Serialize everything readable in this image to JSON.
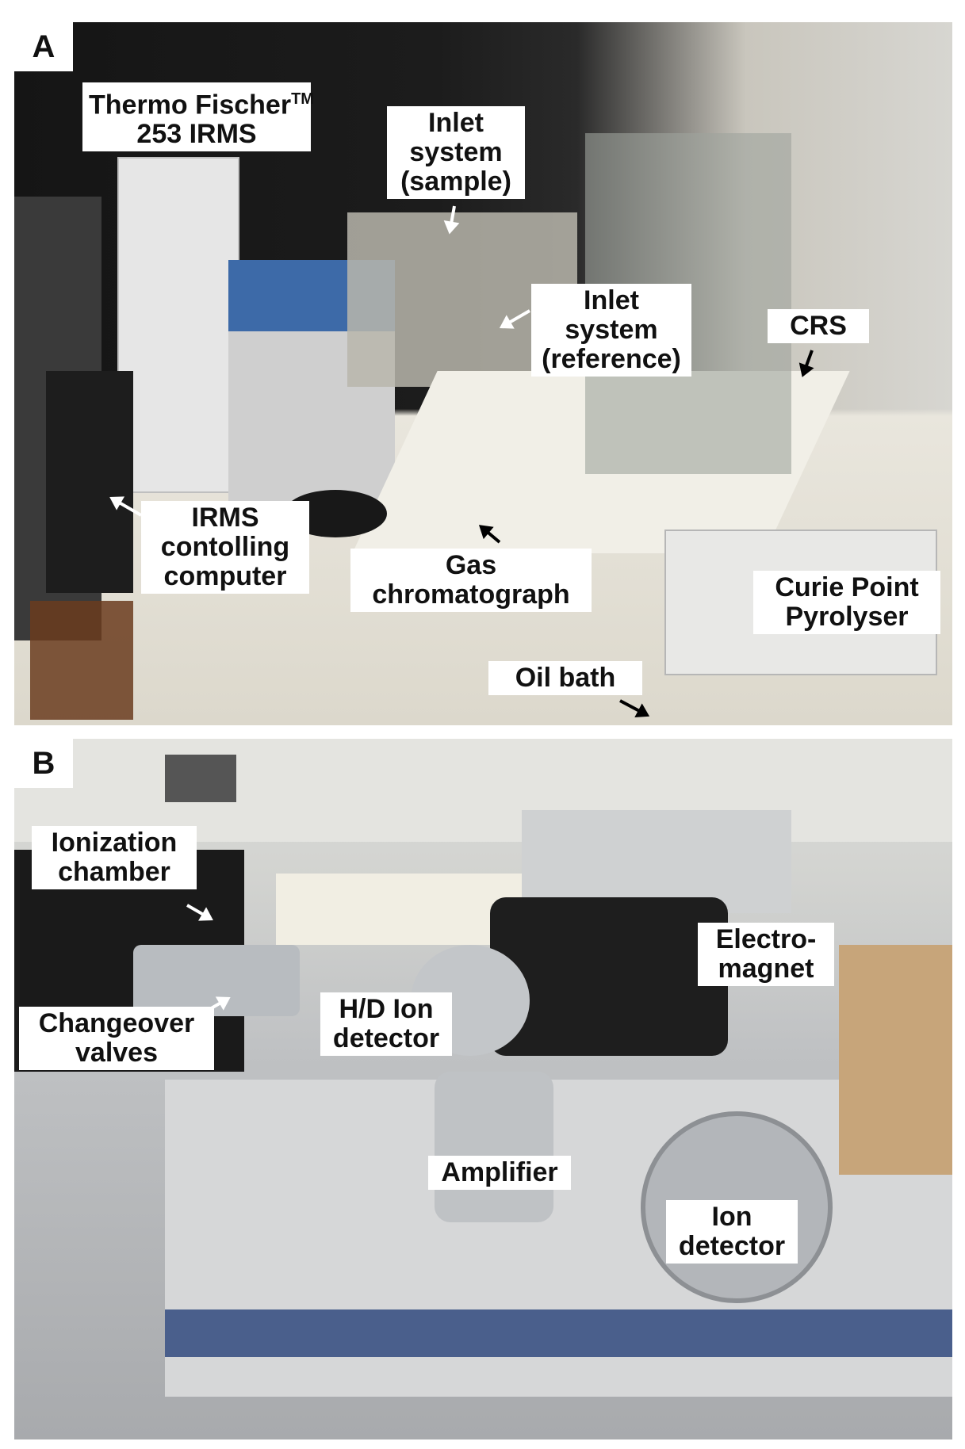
{
  "panel_a": {
    "letter": "A",
    "labels": {
      "irms_line1": "Thermo Fischer",
      "irms_sup": "TM",
      "irms_line2": "253 IRMS",
      "inlet_sample_1": "Inlet",
      "inlet_sample_2": "system",
      "inlet_sample_3": "(sample)",
      "inlet_ref_1": "Inlet",
      "inlet_ref_2": "system",
      "inlet_ref_3": "(reference)",
      "crs": "CRS",
      "computer_1": "IRMS",
      "computer_2": "contolling",
      "computer_3": "computer",
      "gc_1": "Gas",
      "gc_2": "chromatograph",
      "pyro_1": "Curie Point",
      "pyro_2": "Pyrolyser",
      "oil_bath": "Oil bath"
    }
  },
  "panel_b": {
    "letter": "B",
    "labels": {
      "ion_chamber_1": "Ionization",
      "ion_chamber_2": "chamber",
      "electromagnet_1": "Electro-",
      "electromagnet_2": "magnet",
      "valves_1": "Changeover",
      "valves_2": "valves",
      "hd_1": "H/D Ion",
      "hd_2": "detector",
      "amplifier": "Amplifier",
      "ion_det_1": "Ion",
      "ion_det_2": "detector"
    }
  }
}
